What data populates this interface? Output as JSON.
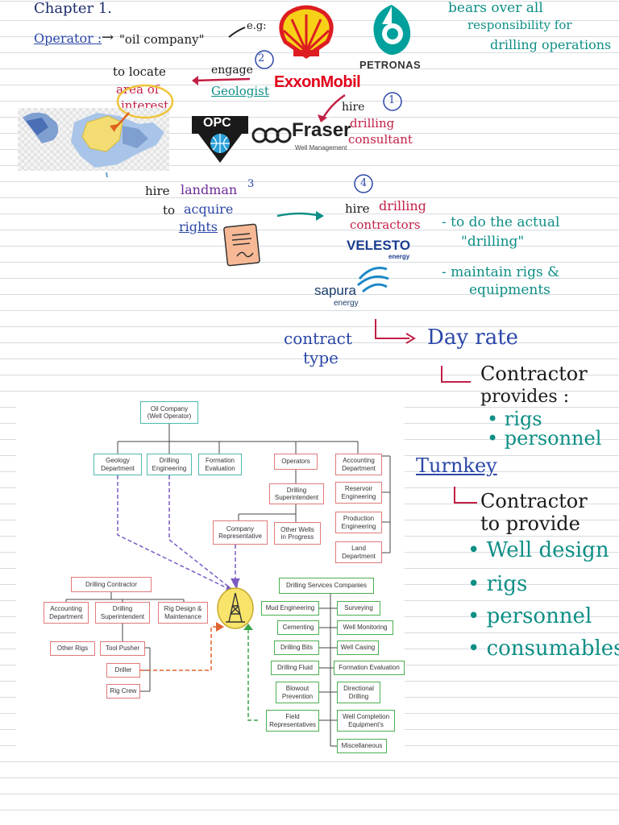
{
  "notes": {
    "chapter": "Chapter 1.",
    "operator": "Operator :",
    "oil_company": "\"oil company\"",
    "eg": "e.g:",
    "petronas": "PETRONAS",
    "bears_1": "bears over all",
    "bears_2": "responsibility for",
    "bears_3": "drilling operations",
    "to_locate": "to locate",
    "area_of": "area of",
    "interest": "interest",
    "engage": "engage",
    "geologist": "Geologist",
    "exxonmobil": "ExxonMobil",
    "num_1": "1",
    "num_2": "2",
    "num_3": "3",
    "num_4": "4",
    "hire": "hire",
    "drilling": "drilling",
    "consultant": "consultant",
    "opc": "OPC",
    "fraser": "Fraser",
    "fraser_sub": "Well Management",
    "hire_landman": "hire",
    "landman": "landman",
    "to": "to",
    "acquire": "acquire",
    "rights": "rights",
    "hire_4": "hire",
    "drilling_4": "drilling",
    "contractors": "contractors",
    "velesto": "VELESTO",
    "velesto_sub": "energy",
    "sapura": "sapura",
    "sapura_sub": "energy",
    "do_actual_1": "- to do the actual",
    "do_actual_2": "\"drilling\"",
    "maintain_1": "- maintain rigs &",
    "maintain_2": "equipments",
    "contract": "contract",
    "type": "type",
    "day_rate": "Day rate",
    "contractor_provides_1": "Contractor",
    "contractor_provides_2": "provides :",
    "rigs": "rigs",
    "personnel": "personnel",
    "turnkey": "Turnkey",
    "contractor_to_1": "Contractor",
    "contractor_to_2": "to provide",
    "well_design": "Well design",
    "rigs_2": "rigs",
    "personnel_2": "personnel",
    "consumables": "consumables"
  },
  "org": {
    "oil_company": "Oil Company\n(Well Operator)",
    "geology": "Geology\nDepartment",
    "drilling_eng": "Drilling\nEngineering",
    "formation_eval": "Formation\nEvaluation",
    "operators": "Operators",
    "accounting_top": "Accounting\nDepartment",
    "drilling_super": "Drilling\nSuperintendent",
    "reservoir": "Reservoir\nEngineering",
    "production": "Production\nEngineering",
    "company_rep": "Company\nRepresentative",
    "other_wells": "Other Wells\nin Progress",
    "land": "Land\nDepartment",
    "drilling_contractor": "Drilling Contractor",
    "accounting_left": "Accounting\nDepartment",
    "drilling_super_2": "Drilling\nSuperintendent",
    "rig_design": "Rig Design &\nMaintenance",
    "other_rigs": "Other Rigs",
    "tool_pusher": "Tool Pusher",
    "driller": "Driller",
    "rig_crew": "Rig Crew",
    "services": "Drilling Services Companies",
    "mud": "Mud Engineering",
    "surveying": "Surveying",
    "cementing": "Cementing",
    "well_monitoring": "Well Monitoring",
    "bits": "Drilling Bits",
    "casing": "Well Casing",
    "fluid": "Drilling Fluid",
    "formation_eval_2": "Formation Evaluation",
    "blowout": "Blowout\nPrevention",
    "directional": "Directional\nDrilling",
    "field_reps": "Field\nRepresentatives",
    "completion": "Well Completion\nEquipment's",
    "misc": "Miscellaneous"
  },
  "colors": {
    "navy": "#1d2b6b",
    "teal": "#0e8f86",
    "red": "#c21f45",
    "purple": "#6a2a9a",
    "shell_yellow": "#f7d117",
    "shell_red": "#dd1d21",
    "petronas_teal": "#00a19c",
    "exxon_red": "#e2001a"
  },
  "icons": [
    "shell-logo",
    "petronas-logo",
    "exxonmobil-logo",
    "opc-logo",
    "fraser-logo",
    "malaysia-map",
    "contract-document-icon",
    "velesto-logo",
    "sapura-logo",
    "drilling-rig-icon"
  ]
}
